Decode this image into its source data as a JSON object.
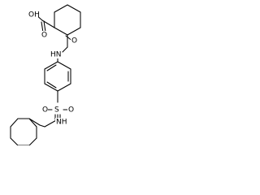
{
  "structure": {
    "labels": {
      "carboxyl_oh": "OH",
      "carboxyl_o": "O",
      "amide_o": "O",
      "amide_nh": "HN",
      "sulfonyl_s": "S",
      "sulfonyl_o_left": "O",
      "sulfonyl_o_right": "O",
      "sulfonamide_nh": "NH"
    },
    "colors": {
      "bond": "#000000",
      "background": "#ffffff"
    }
  }
}
